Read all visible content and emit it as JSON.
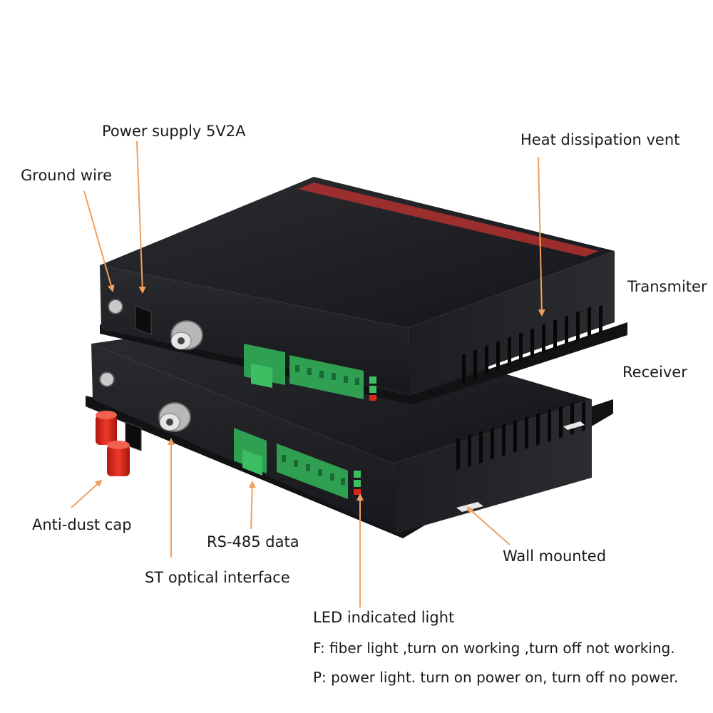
{
  "labels": {
    "power_supply": "Power supply 5V2A",
    "ground_wire": "Ground wire",
    "heat_vent": "Heat dissipation vent",
    "transmitter": "Transmiter",
    "receiver": "Receiver",
    "anti_dust_cap": "Anti-dust cap",
    "rs485": "RS-485 data",
    "st_optical": "ST optical interface",
    "wall_mounted": "Wall mounted",
    "led_light": "LED indicated light"
  },
  "notes": {
    "fiber_light": "F: fiber light ,turn on working ,turn off not working.",
    "power_light": "P: power light. turn on power on, turn off no power."
  },
  "colors": {
    "arrow": "#f0a060",
    "device_body": "#1e1f22",
    "terminal": "#2fa052",
    "dust_cap": "#d8261a",
    "stripe": "#b23030"
  }
}
